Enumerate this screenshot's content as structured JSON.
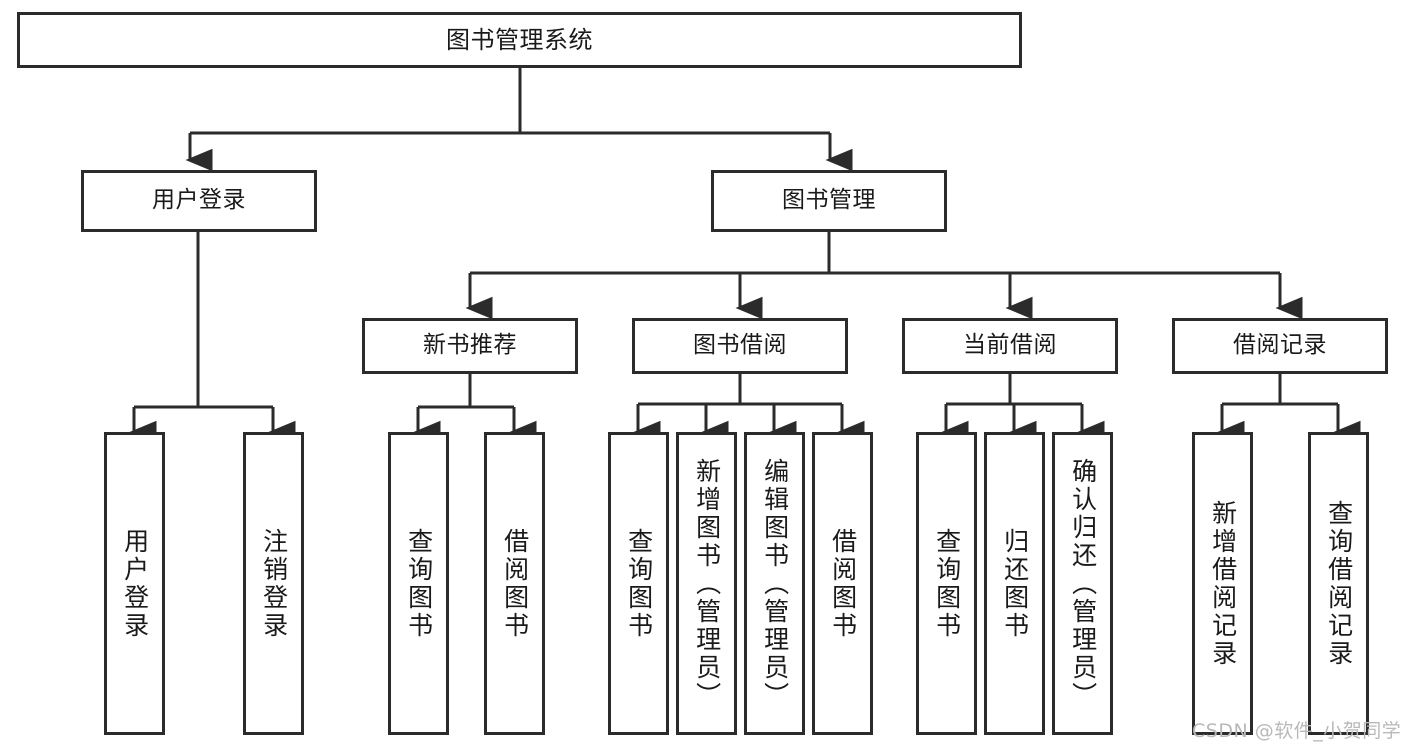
{
  "diagram": {
    "title_text": "图书管理系统",
    "colors": {
      "box_border": "#2b2b2b",
      "box_fill": "#ffffff",
      "line": "#2b2b2b",
      "background": "#ffffff",
      "watermark": "#b9b9b9"
    },
    "root": {
      "label": "图书管理系统"
    },
    "level2": [
      {
        "label": "用户登录"
      },
      {
        "label": "图书管理"
      }
    ],
    "level3": [
      {
        "label": "新书推荐"
      },
      {
        "label": "图书借阅"
      },
      {
        "label": "当前借阅"
      },
      {
        "label": "借阅记录"
      }
    ],
    "leaves": {
      "user_login": [
        {
          "label": "用户登录"
        },
        {
          "label": "注销登录"
        }
      ],
      "new_book_recommend": [
        {
          "label": "查询图书"
        },
        {
          "label": "借阅图书"
        }
      ],
      "book_borrow": [
        {
          "label": "查询图书"
        },
        {
          "label": "新增图书（管理员）"
        },
        {
          "label": "编辑图书（管理员）"
        },
        {
          "label": "借阅图书"
        }
      ],
      "current_borrow": [
        {
          "label": "查询图书"
        },
        {
          "label": "归还图书"
        },
        {
          "label": "确认归还（管理员）"
        }
      ],
      "borrow_records": [
        {
          "label": "新增借阅记录"
        },
        {
          "label": "查询借阅记录"
        }
      ]
    }
  },
  "watermark": {
    "text": "CSDN @软件_小贺同学"
  }
}
